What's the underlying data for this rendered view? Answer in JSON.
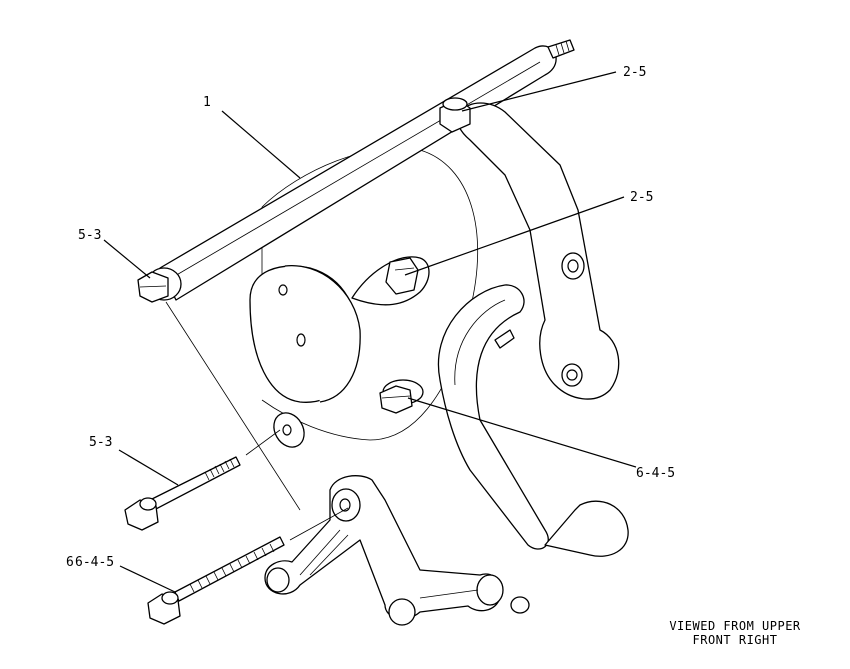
{
  "callouts": {
    "c1": "1",
    "c2": "2-5",
    "c3": "2-5",
    "c4": "5-3",
    "c5": "5-3",
    "c6": "6-4-5",
    "c7": "6-4-5",
    "c8": "6"
  },
  "view_note": {
    "line1": "VIEWED FROM UPPER",
    "line2": "FRONT RIGHT"
  }
}
